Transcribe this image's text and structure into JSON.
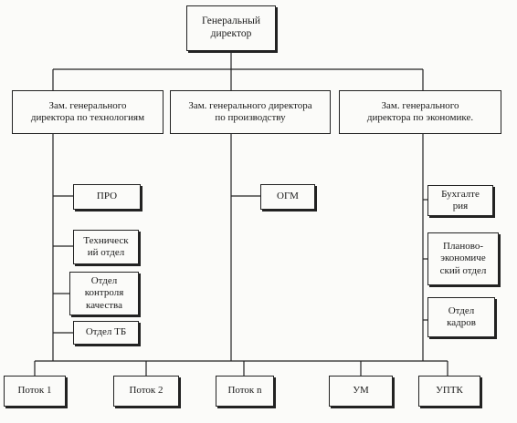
{
  "diagram": {
    "root": {
      "label": "Генеральный\nдиректор"
    },
    "deputies": [
      {
        "label": "Зам. генерального\nдиректора по технологиям"
      },
      {
        "label": "Зам. генерального директора\nпо производству"
      },
      {
        "label": "Зам. генерального\nдиректора по экономике."
      }
    ],
    "tech_departments": [
      {
        "label": "ПРО"
      },
      {
        "label": "Техническ\nий отдел"
      },
      {
        "label": "Отдел\nконтроля\nкачества"
      },
      {
        "label": "Отдел ТБ"
      }
    ],
    "production_departments": [
      {
        "label": "ОГМ"
      }
    ],
    "economic_departments": [
      {
        "label": "Бухгалте\nрия"
      },
      {
        "label": "Планово-\nэкономиче\nский отдел"
      },
      {
        "label": "Отдел\nкадров"
      }
    ],
    "units": [
      {
        "label": "Поток 1"
      },
      {
        "label": "Поток 2"
      },
      {
        "label": "Поток n"
      },
      {
        "label": "УМ"
      },
      {
        "label": "УПТК"
      }
    ]
  }
}
